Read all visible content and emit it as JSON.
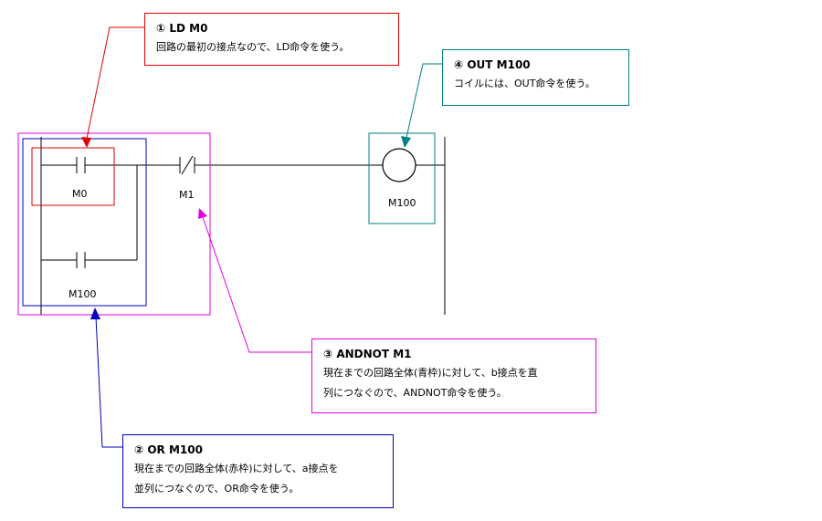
{
  "notes": {
    "ld": {
      "title": "① LD M0",
      "lines": [
        "回路の最初の接点なので、LD命令を使う。"
      ],
      "color": "#e00000"
    },
    "out": {
      "title": "④ OUT M100",
      "lines": [
        "コイルには、OUT命令を使う。"
      ],
      "color": "#008080"
    },
    "andnot": {
      "title": "③ ANDNOT M1",
      "lines": [
        "現在までの回路全体(青枠)に対して、b接点を直",
        "列につなぐので、ANDNOT命令を使う。"
      ],
      "color": "#e000e0"
    },
    "or": {
      "title": "② OR M100",
      "lines": [
        "現在までの回路全体(赤枠)に対して、a接点を",
        "並列につなぐので、OR命令を使う。"
      ],
      "color": "#0000c0"
    }
  },
  "ladder": {
    "contact_m0": "M0",
    "contact_m100": "M100",
    "contact_m1": "M1",
    "coil_m100": "M100"
  }
}
